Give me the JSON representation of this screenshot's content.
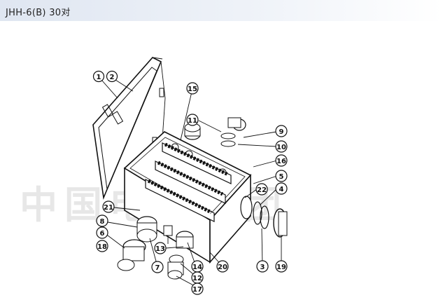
{
  "header": {
    "title": "JHH-6(B)   30对"
  },
  "watermark": {
    "text": "中国电器集团"
  },
  "callouts": [
    {
      "id": "c1",
      "label": "1"
    },
    {
      "id": "c2",
      "label": "2"
    },
    {
      "id": "c15",
      "label": "15"
    },
    {
      "id": "c11",
      "label": "11"
    },
    {
      "id": "c9",
      "label": "9"
    },
    {
      "id": "c10",
      "label": "10"
    },
    {
      "id": "c16",
      "label": "16"
    },
    {
      "id": "c5",
      "label": "5"
    },
    {
      "id": "c22",
      "label": "22"
    },
    {
      "id": "c4",
      "label": "4"
    },
    {
      "id": "c21",
      "label": "21"
    },
    {
      "id": "c8",
      "label": "8"
    },
    {
      "id": "c6",
      "label": "6"
    },
    {
      "id": "c18",
      "label": "18"
    },
    {
      "id": "c13",
      "label": "13"
    },
    {
      "id": "c7",
      "label": "7"
    },
    {
      "id": "c14",
      "label": "14"
    },
    {
      "id": "c12",
      "label": "12"
    },
    {
      "id": "c17",
      "label": "17"
    },
    {
      "id": "c20",
      "label": "20"
    },
    {
      "id": "c3",
      "label": "3"
    },
    {
      "id": "c19",
      "label": "19"
    }
  ]
}
